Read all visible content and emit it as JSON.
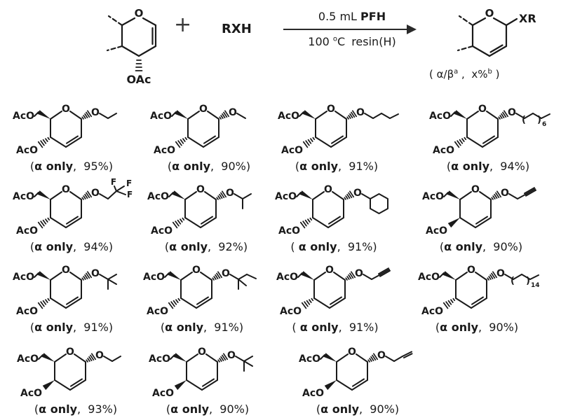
{
  "scheme": {
    "reactant": {
      "ring_o": "O",
      "oac_label": "OAc"
    },
    "plus": "+",
    "nucleophile": "RXH",
    "conditions": {
      "above_pre": "0.5 mL ",
      "above_bold": "PFH",
      "below_temp": "100 ",
      "below_deg": "o",
      "below_unit": "C",
      "below_cat": "resin(H)"
    },
    "product": {
      "ring_o": "O",
      "xr_label": "XR"
    },
    "note": {
      "open": "( ",
      "ab": "α/β",
      "sup_a": "a",
      "mid": " ,  ",
      "x_pct": "x%",
      "sup_b": "b",
      "close": " )"
    }
  },
  "structure_labels": {
    "aco": "AcO",
    "ring_o": "O",
    "anomeric_o": "O",
    "fluorine": "F",
    "open_paren": "(",
    "close_paren": ")"
  },
  "products": [
    {
      "r_group": "ethyl",
      "c4_bond": "hash",
      "open": "(",
      "stereo": "α only",
      "yield": "95%"
    },
    {
      "r_group": "methyl",
      "c4_bond": "hash",
      "open": "(",
      "stereo": "α only",
      "yield": "90%"
    },
    {
      "r_group": "butyl",
      "c4_bond": "hash",
      "open": "(",
      "stereo": "α only",
      "yield": "91%"
    },
    {
      "r_group": "octyl_bracket",
      "bracket_sub": "6",
      "c4_bond": "hash",
      "open": "(",
      "stereo": "α only",
      "yield": "94%"
    },
    {
      "r_group": "trifluoroethyl",
      "c4_bond": "hash",
      "open": "(",
      "stereo": "α only",
      "yield": "94%"
    },
    {
      "r_group": "isopropyl",
      "c4_bond": "hash",
      "open": "(",
      "stereo": "α only",
      "yield": "92%"
    },
    {
      "r_group": "cyclohexyl",
      "c4_bond": "hash",
      "open": "( ",
      "stereo": "α only",
      "yield": "91%"
    },
    {
      "r_group": "propargyl",
      "c4_bond": "wedge",
      "open": "(",
      "stereo": "α only",
      "yield": "90%"
    },
    {
      "r_group": "tert-butyl",
      "c4_bond": "hash",
      "open": "(",
      "stereo": "α only",
      "yield": "91%"
    },
    {
      "r_group": "tert-amyl",
      "c4_bond": "hash",
      "open": "(",
      "stereo": "α only",
      "yield": "91%"
    },
    {
      "r_group": "propargyl",
      "c4_bond": "hash",
      "open": "( ",
      "stereo": "α only",
      "yield": "91%"
    },
    {
      "r_group": "hexadecyl_bracket",
      "bracket_sub": "14",
      "c4_bond": "hash",
      "open": "(",
      "stereo": "α only",
      "yield": "90%"
    },
    {
      "r_group": "ethyl",
      "c4_bond": "wedge",
      "open": "(",
      "stereo": "α only",
      "yield": "93%"
    },
    {
      "r_group": "tert-butyl",
      "c4_bond": "wedge",
      "open": "(",
      "stereo": "α only",
      "yield": "90%"
    },
    {
      "r_group": "allyl",
      "c4_bond": "wedge",
      "open": "(",
      "stereo": "α only",
      "yield": "90%"
    }
  ]
}
